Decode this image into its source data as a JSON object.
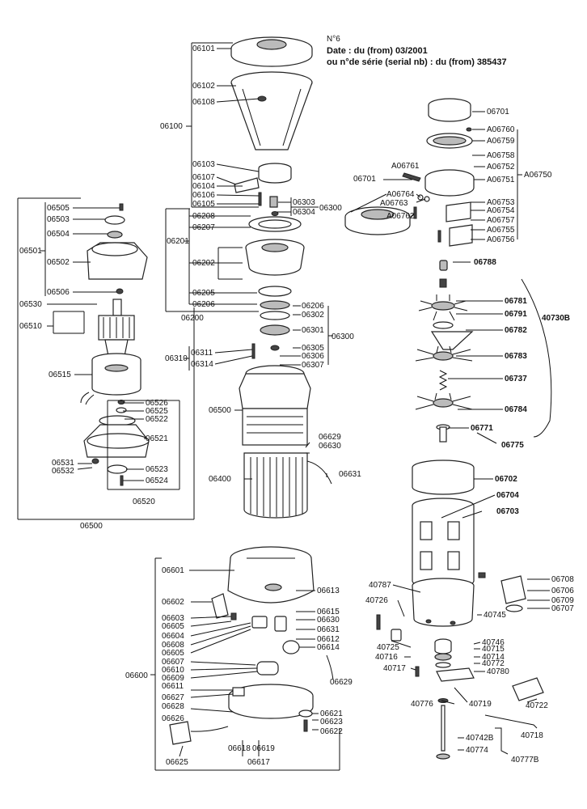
{
  "header": {
    "number": "N°6",
    "date": "Date : du (from) 03/2001",
    "serial": "ou n°de série (serial nb) : du (from) 385437"
  },
  "groups": {
    "g06100": "06100",
    "g06200": "06200",
    "g06201": "06201",
    "g06300a": "06300",
    "g06300b": "06300",
    "g06310": "06310",
    "g06500": "06500",
    "g06501": "06501",
    "g06510": "06510",
    "g06520": "06520",
    "g06600": "06600",
    "g06617": "06617",
    "g06750": "A06750",
    "g40730": "40730B",
    "g40718": "40718",
    "g40777": "40777B"
  },
  "labels": {
    "l06101": "06101",
    "l06102": "06102",
    "l06108": "06108",
    "l06103": "06103",
    "l06107": "06107",
    "l06104": "06104",
    "l06106": "06106",
    "l06105": "06105",
    "l06303": "06303",
    "l06304": "06304",
    "l06208": "06208",
    "l06207": "06207",
    "l06202": "06202",
    "l06205": "06205",
    "l06206a": "06206",
    "l06206b": "06206",
    "l06302": "06302",
    "l06301": "06301",
    "l06311": "06311",
    "l06314": "06314",
    "l06305": "06305",
    "l06306": "06306",
    "l06307": "06307",
    "l06505": "06505",
    "l06503": "06503",
    "l06504": "06504",
    "l06502": "06502",
    "l06506": "06506",
    "l06530": "06530",
    "l06515": "06515",
    "l06526": "06526",
    "l06525": "06525",
    "l06522": "06522",
    "l06521": "06521",
    "l06531": "06531",
    "l06532": "06532",
    "l06523": "06523",
    "l06524": "06524",
    "l06500b": "06500",
    "l06629a": "06629",
    "l06630a": "06630",
    "l06631a": "06631",
    "l06400": "06400",
    "l06701a": "06701",
    "l06701b": "06701",
    "lA06760": "A06760",
    "lA06759": "A06759",
    "lA06758": "A06758",
    "lA06752": "A06752",
    "lA06751": "A06751",
    "lA06761": "A06761",
    "lA06764": "A06764",
    "lA06763": "A06763",
    "lA06762": "A06762",
    "lA06753": "A06753",
    "lA06754": "A06754",
    "lA06757": "A06757",
    "lA06755": "A06755",
    "lA06756": "A06756",
    "l06788": "06788",
    "l06781": "06781",
    "l06791": "06791",
    "l06782": "06782",
    "l06783": "06783",
    "l06737": "06737",
    "l06784": "06784",
    "l06771": "06771",
    "l06775": "06775",
    "l06702": "06702",
    "l06704": "06704",
    "l06703": "06703",
    "l06601": "06601",
    "l06602": "06602",
    "l06603": "06603",
    "l06605a": "06605",
    "l06604": "06604",
    "l06608": "06608",
    "l06605b": "06605",
    "l06607": "06607",
    "l06610": "06610",
    "l06609": "06609",
    "l06611": "06611",
    "l06627": "06627",
    "l06628": "06628",
    "l06626": "06626",
    "l06625": "06625",
    "l06618": "06618",
    "l06619": "06619",
    "l06613": "06613",
    "l06615": "06615",
    "l06630b": "06630",
    "l06631b": "06631",
    "l06612": "06612",
    "l06614": "06614",
    "l06629b": "06629",
    "l06621": "06621",
    "l06623": "06623",
    "l06622": "06622",
    "l40787": "40787",
    "l40726": "40726",
    "l40745": "40745",
    "l40725": "40725",
    "l40716": "40716",
    "l40717": "40717",
    "l40746": "40746",
    "l40715": "40715",
    "l40714": "40714",
    "l40772": "40772",
    "l40780": "40780",
    "l40776": "40776",
    "l40719": "40719",
    "l40722": "40722",
    "l40742B": "40742B",
    "l40774": "40774",
    "l06708": "06708",
    "l06706": "06706",
    "l06709": "06709",
    "l06707": "06707"
  }
}
